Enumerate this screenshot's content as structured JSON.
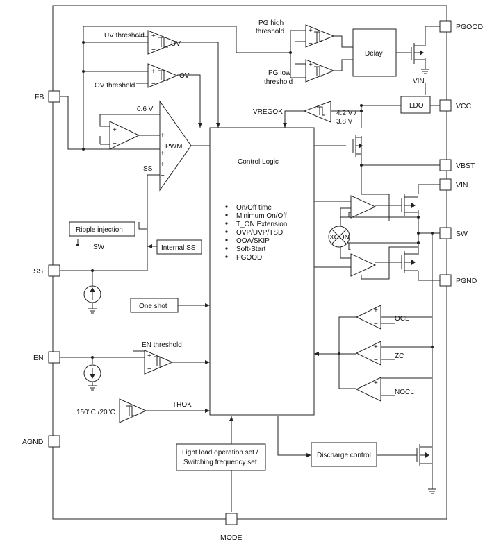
{
  "pins": {
    "pgood": "PGOOD",
    "vcc": "VCC",
    "vbst": "VBST",
    "vin": "VIN",
    "sw": "SW",
    "pgnd": "PGND",
    "fb": "FB",
    "ss": "SS",
    "en": "EN",
    "agnd": "AGND",
    "mode": "MODE"
  },
  "blocks": {
    "control_logic": "Control Logic",
    "delay": "Delay",
    "ldo": "LDO",
    "ripple_injection": "Ripple injection",
    "internal_ss": "Internal SS",
    "one_shot": "One shot",
    "discharge_control": "Discharge control",
    "light_load_line1": "Light load operation set /",
    "light_load_line2": "Switching frequency set",
    "xcon": "XCON"
  },
  "labels": {
    "uv_threshold": "UV threshold",
    "uv": "UV",
    "ov_threshold": "OV threshold",
    "ov": "OV",
    "v06": "0.6 V",
    "pwm": "PWM",
    "ss_in": "SS",
    "sw_ripple": "SW",
    "pg_high_1": "PG high",
    "pg_high_2": "threshold",
    "pg_low_1": "PG low",
    "pg_low_2": "threshold",
    "vin_ldo": "VIN",
    "vregok": "VREGOK",
    "vreg_thr_1": "4.2 V /",
    "vreg_thr_2": "3.8 V",
    "en_threshold": "EN threshold",
    "thok": "THOK",
    "temp_thr": "150°C /20°C",
    "ocl": "OCL",
    "zc": "ZC",
    "nocl": "NOCL"
  },
  "control_logic_features": [
    "On/Off time",
    "Minimum On/Off",
    "T_ON Extension",
    "OVP/UVP/TSD",
    "OOA/SKIP",
    "Soft-Start",
    "PGOOD"
  ]
}
